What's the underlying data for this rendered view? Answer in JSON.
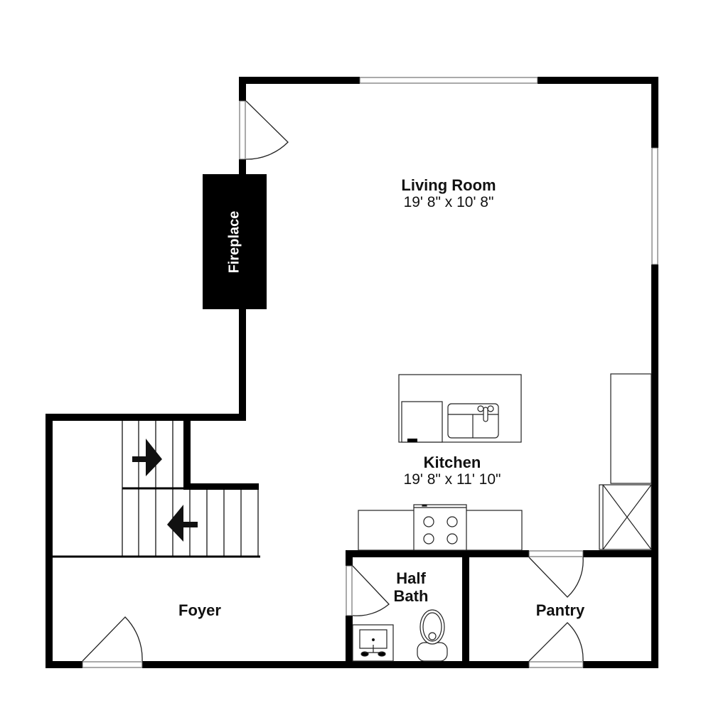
{
  "plan": {
    "colors": {
      "wall": "#000000",
      "background": "#ffffff",
      "fixture_line": "#222222"
    },
    "rooms": [
      {
        "id": "living-room",
        "name": "Living Room",
        "dimensions": "19' 8\" x 10' 8\""
      },
      {
        "id": "kitchen",
        "name": "Kitchen",
        "dimensions": "19' 8\" x 11' 10\""
      },
      {
        "id": "half-bath",
        "name": "Half Bath"
      },
      {
        "id": "pantry",
        "name": "Pantry"
      },
      {
        "id": "foyer",
        "name": "Foyer"
      }
    ],
    "features": {
      "fireplace": "Fireplace"
    }
  }
}
